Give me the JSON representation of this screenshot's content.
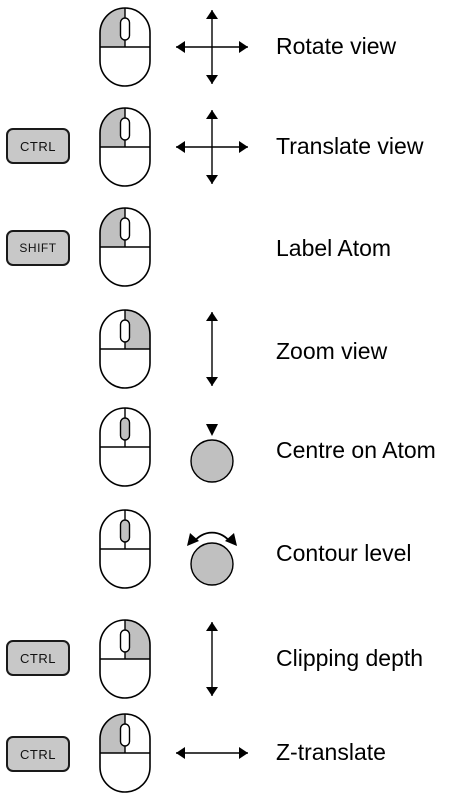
{
  "colors": {
    "button_highlight": "#c0c0c0",
    "key_fill": "#c8c8c8",
    "ball_fill": "#c0c0c0",
    "stroke": "#000000"
  },
  "rows": [
    {
      "modifier": "",
      "button": "left",
      "gesture": "four-way-arrows-icon",
      "label": "Rotate view"
    },
    {
      "modifier": "CTRL",
      "button": "left",
      "gesture": "four-way-arrows-icon",
      "label": "Translate view"
    },
    {
      "modifier": "SHIFT",
      "button": "left",
      "gesture": "",
      "label": "Label Atom"
    },
    {
      "modifier": "",
      "button": "right",
      "gesture": "vertical-arrow-icon",
      "label": "Zoom view"
    },
    {
      "modifier": "",
      "button": "middle",
      "gesture": "ball-click-icon",
      "label": "Centre on Atom"
    },
    {
      "modifier": "",
      "button": "middle",
      "gesture": "ball-rotate-icon",
      "label": "Contour level"
    },
    {
      "modifier": "CTRL",
      "button": "right",
      "gesture": "vertical-arrow-icon",
      "label": "Clipping depth"
    },
    {
      "modifier": "CTRL",
      "button": "left",
      "gesture": "horizontal-arrow-icon",
      "label": "Z-translate"
    }
  ]
}
